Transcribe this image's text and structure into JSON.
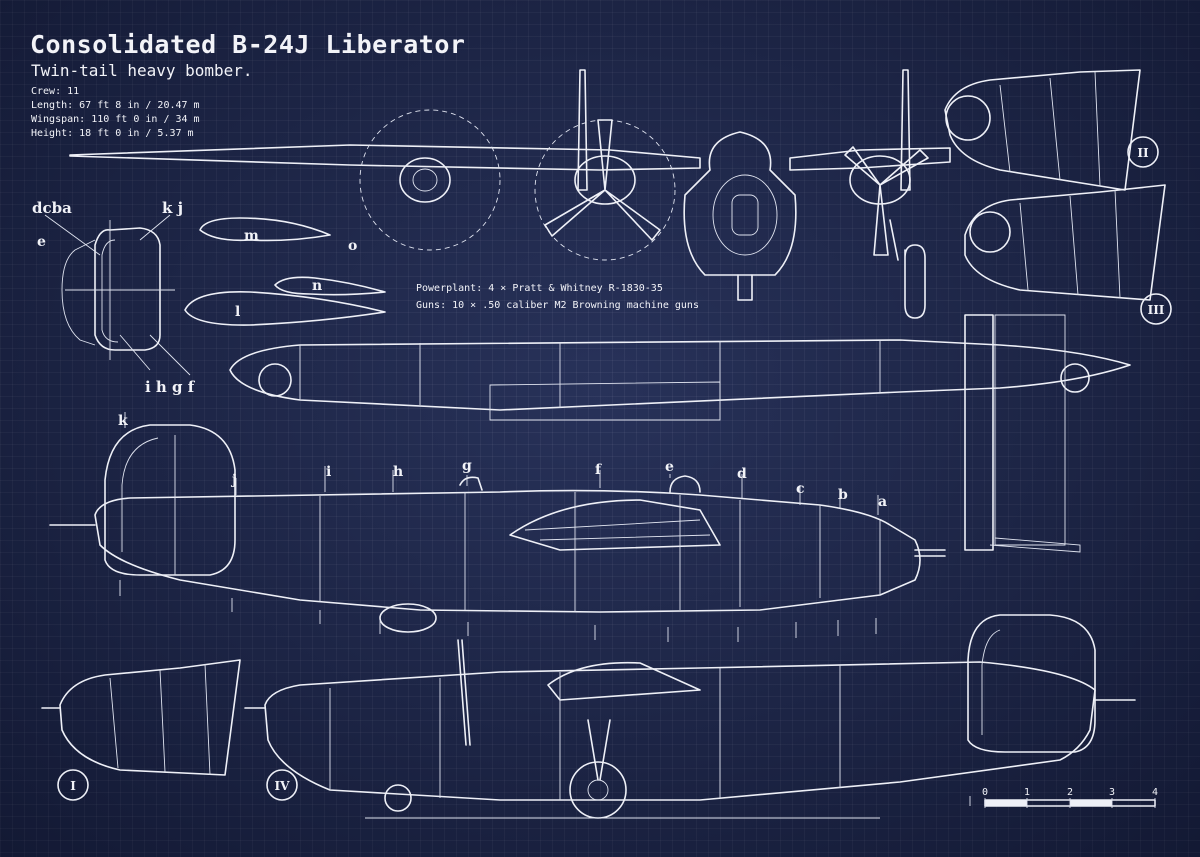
{
  "header": {
    "title": "Consolidated B-24J Liberator",
    "subtitle": "Twin-tail heavy bomber.",
    "specs": [
      "Crew: 11",
      "Length: 67 ft 8 in / 20.47 m",
      "Wingspan: 110 ft 0 in / 34 m",
      "Height: 18 ft 0 in / 5.37 m"
    ]
  },
  "notes": {
    "powerplant": "Powerplant: 4 × Pratt & Whitney R-1830-35",
    "guns": "Guns: 10 × .50 caliber M2 Browning machine guns"
  },
  "section_labels": {
    "tail_top": "dcba",
    "tail_e": "e",
    "tail_kj": "k j",
    "tail_bottom": "i h g f",
    "m": "m",
    "n": "n",
    "o": "o",
    "l": "l"
  },
  "station_labels": [
    "k",
    "j",
    "i",
    "h",
    "g",
    "f",
    "e",
    "d",
    "c",
    "b",
    "a"
  ],
  "view_labels": {
    "I": "I",
    "II": "II",
    "III": "III",
    "IV": "IV"
  },
  "scale_bar": [
    "0",
    "1",
    "2",
    "3",
    "4"
  ],
  "colors": {
    "background": "#1d2649",
    "line": "#eef0f7"
  }
}
